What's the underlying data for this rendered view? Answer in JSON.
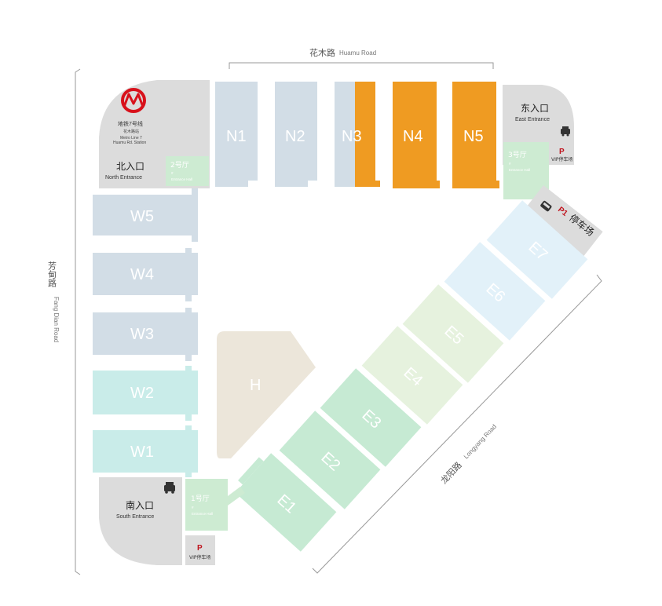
{
  "roads": {
    "north": {
      "cn": "花木路",
      "en": "Huamu Road"
    },
    "west": {
      "cn": "芳甸路",
      "en": "Fang Dian Road"
    },
    "southeast": {
      "cn": "龙阳路",
      "en": "Longyang Road"
    }
  },
  "metro": {
    "line_cn": "地铁7号线",
    "station_cn": "花木路站",
    "line_en": "Metro Line 7",
    "station_en": "Huamu Rd. Station"
  },
  "entrances": {
    "north": {
      "cn": "北入口",
      "en": "North Entrance"
    },
    "east": {
      "cn": "东入口",
      "en": "East Entrance"
    },
    "south": {
      "cn": "南入口",
      "en": "South Entrance"
    }
  },
  "entrance_halls": {
    "hall1": {
      "cn": "1号厅",
      "sub": "#",
      "en": "Entrance Hall"
    },
    "hall2": {
      "cn": "2号厅",
      "sub": "#",
      "en": "Entrance Hall"
    },
    "hall3": {
      "cn": "3号厅",
      "sub": "#",
      "en": "Entrance Hall"
    }
  },
  "parking": {
    "vip_letter": "P",
    "vip_label": "VIP停车场",
    "p1_letter": "P1",
    "p1_label": "停车场"
  },
  "halls": {
    "north": [
      "N1",
      "N2",
      "N3",
      "N4",
      "N5"
    ],
    "west": [
      "W5",
      "W4",
      "W3",
      "W2",
      "W1"
    ],
    "east": [
      "E1",
      "E2",
      "E3",
      "E4",
      "E5",
      "E6",
      "E7"
    ],
    "center": "H"
  },
  "colors": {
    "highlight": "#ef9b22",
    "north_west_blue": "#d2dde6",
    "west_teal": "#c9ece9",
    "east_green": "#c6ead3",
    "east_mint": "#d8eedb",
    "east_lime": "#e6f2de",
    "east_sky": "#e2f1f9",
    "center_beige": "#ece6da",
    "entrance_gray": "#dcdcdc",
    "entrance_hall_green": "#cdebd2",
    "metro_red": "#d8111b"
  }
}
